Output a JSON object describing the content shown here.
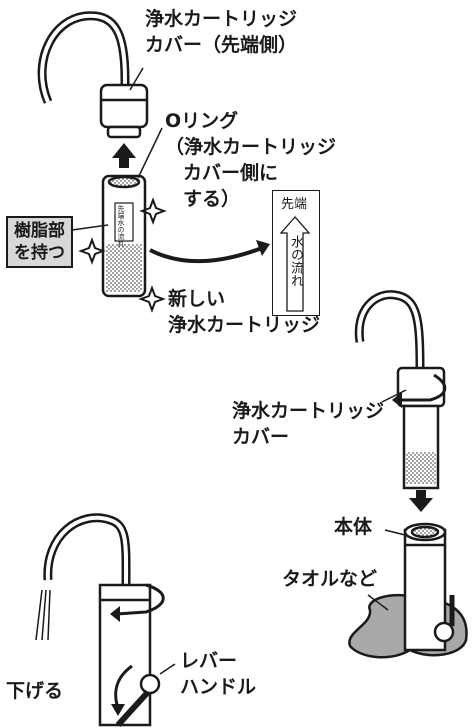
{
  "labels": {
    "cover_tip": [
      "浄水カートリッジ",
      "カバー（先端側）"
    ],
    "oring": [
      "Oリング",
      "（浄水カートリッジ",
      "カバー側に",
      "する）"
    ],
    "resin": [
      "樹脂部",
      "を持つ"
    ],
    "new_cartridge": [
      "新しい",
      "浄水カートリッジ"
    ],
    "cover": [
      "浄水カートリッジ",
      "カバー"
    ],
    "body": "本体",
    "towel": "タオルなど",
    "lower": "下げる",
    "lever": [
      "レバー",
      "ハンドル"
    ],
    "card_tip": "先端",
    "card_flow": "水の流れ",
    "cart_tip": "先端",
    "cart_flow": "水の流れ"
  },
  "colors": {
    "ink": "#1a1a1a",
    "gray_fill": "#e0e0e0",
    "towel_fill": "#a9a9a9",
    "box_fill": "#d8d8d8"
  }
}
